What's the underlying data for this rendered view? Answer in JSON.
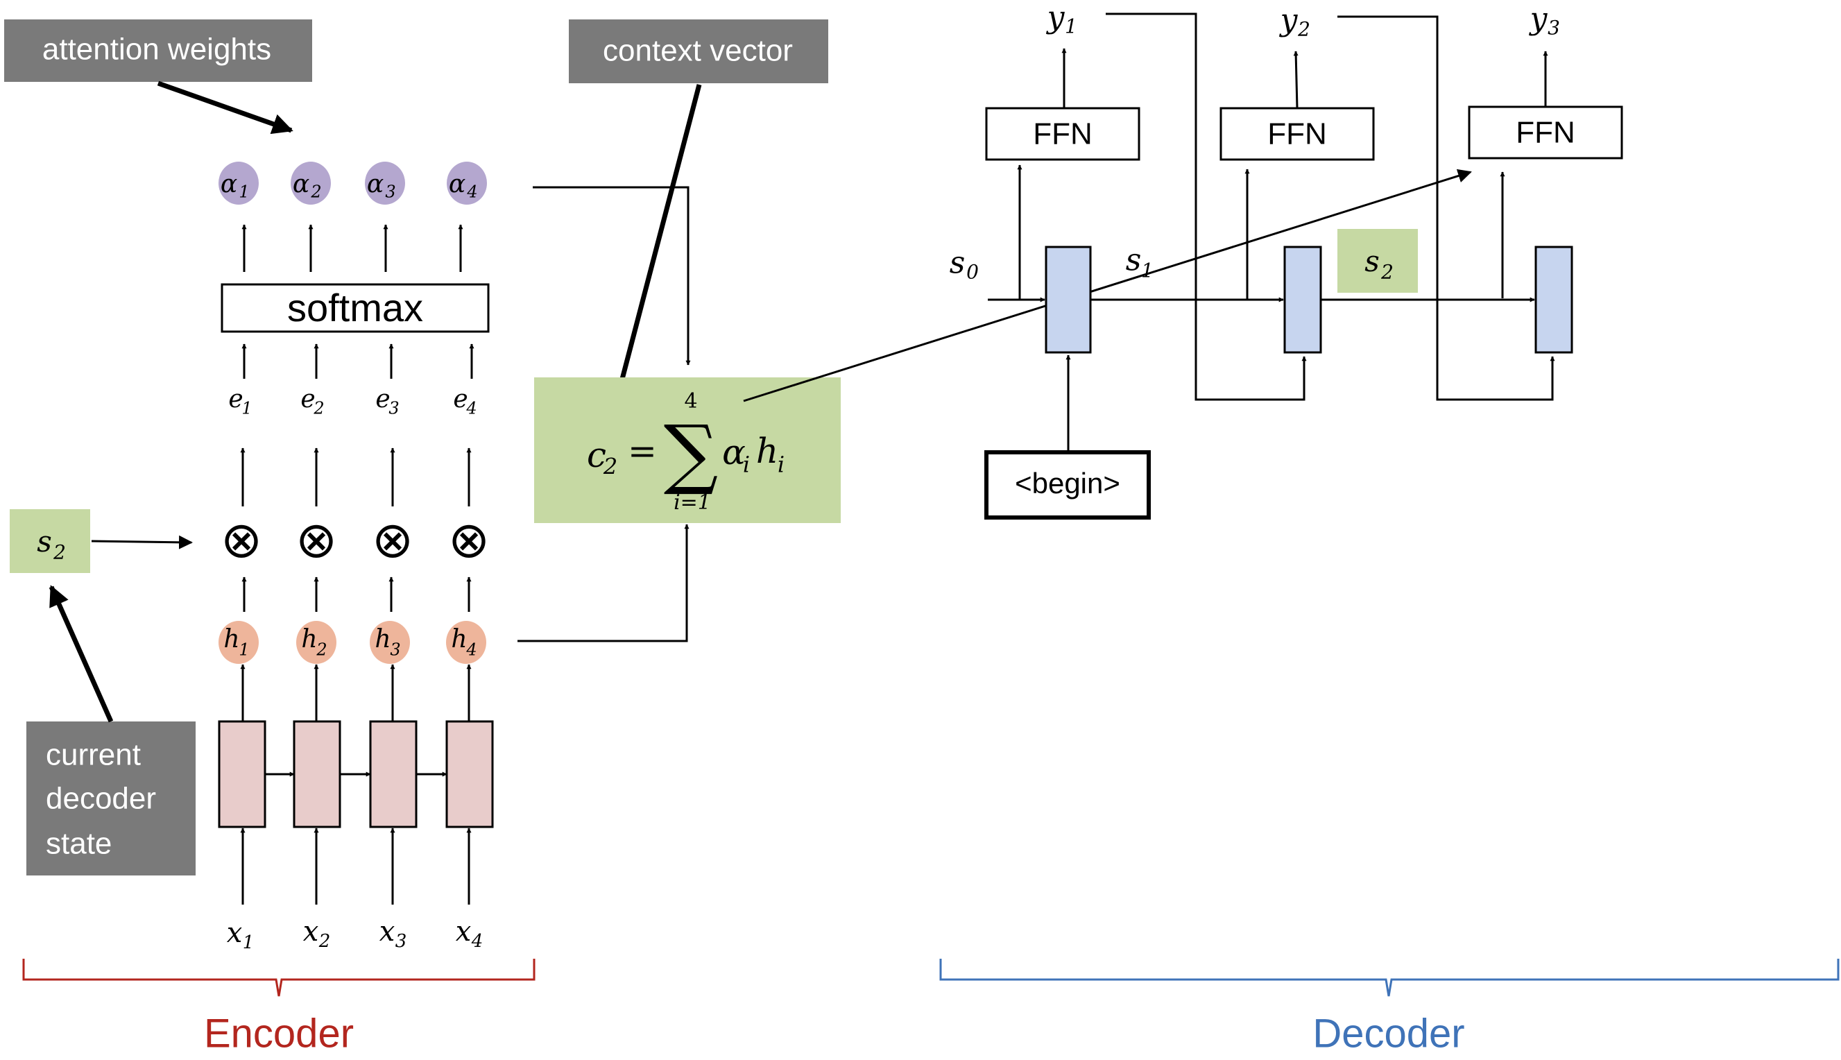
{
  "callouts": {
    "attention_weights": "attention weights",
    "context_vector": "context vector",
    "current_decoder_state": [
      "current",
      "decoder",
      "state"
    ]
  },
  "softmax_label": "softmax",
  "alpha": [
    {
      "base": "α",
      "sub": "1"
    },
    {
      "base": "α",
      "sub": "2"
    },
    {
      "base": "α",
      "sub": "3"
    },
    {
      "base": "α",
      "sub": "4"
    }
  ],
  "e": [
    {
      "base": "e",
      "sub": "1"
    },
    {
      "base": "e",
      "sub": "2"
    },
    {
      "base": "e",
      "sub": "3"
    },
    {
      "base": "e",
      "sub": "4"
    }
  ],
  "h": [
    {
      "base": "h",
      "sub": "1"
    },
    {
      "base": "h",
      "sub": "2"
    },
    {
      "base": "h",
      "sub": "3"
    },
    {
      "base": "h",
      "sub": "4"
    }
  ],
  "x": [
    {
      "base": "x",
      "sub": "1"
    },
    {
      "base": "x",
      "sub": "2"
    },
    {
      "base": "x",
      "sub": "3"
    },
    {
      "base": "x",
      "sub": "4"
    }
  ],
  "multiply_symbol": "⊗",
  "s2": {
    "base": "s",
    "sub": "2"
  },
  "context_formula": {
    "lhs_base": "c",
    "lhs_sub": "2",
    "equals": "=",
    "sigma": "∑",
    "upper": "4",
    "lower": "i=1",
    "term1_base": "α",
    "term1_sub": "i",
    "term2_base": "h",
    "term2_sub": "i"
  },
  "decoder": {
    "y": [
      {
        "base": "y",
        "sub": "1"
      },
      {
        "base": "y",
        "sub": "2"
      },
      {
        "base": "y",
        "sub": "3"
      }
    ],
    "ffn_label": "FFN",
    "s0": {
      "base": "s",
      "sub": "0"
    },
    "s1": {
      "base": "s",
      "sub": "1"
    },
    "s2": {
      "base": "s",
      "sub": "2"
    },
    "begin_label": "<begin>"
  },
  "encoder_label": "Encoder",
  "decoder_label": "Decoder",
  "colors": {
    "callout_bg": "#7a7a7a",
    "alpha_node": "#b4a7cf",
    "h_node": "#eeb59b",
    "rnn_cell": "#e8cccb",
    "green_box": "#c6d9a3",
    "decoder_cell": "#c7d5ef",
    "encoder_text": "#b3261e",
    "decoder_text": "#3f73b8"
  }
}
